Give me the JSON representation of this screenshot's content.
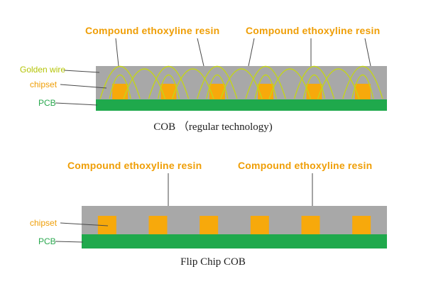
{
  "colors": {
    "resin_gray": "#a8a8a8",
    "pcb_green": "#1fa94c",
    "chip_orange": "#f7a90b",
    "wire_green": "#c3d41c",
    "label_orange": "#ef9e06",
    "label_wire": "#b4c406",
    "label_pcb": "#2aa84f",
    "leader_line": "#4a4a4a"
  },
  "top_diagram": {
    "resin_label_left": "Compound ethoxyline resin",
    "resin_label_right": "Compound ethoxyline resin",
    "side_labels": {
      "golden_wire": "Golden wire",
      "chipset": "chipset",
      "pcb": "PCB"
    },
    "caption": "COB （regular technology)",
    "chip_count": 6
  },
  "bottom_diagram": {
    "resin_label_left": "Compound ethoxyline resin",
    "resin_label_right": "Compound ethoxyline resin",
    "side_labels": {
      "chipset": "chipset",
      "pcb": "PCB"
    },
    "caption": "Flip Chip COB",
    "chip_count": 6
  }
}
